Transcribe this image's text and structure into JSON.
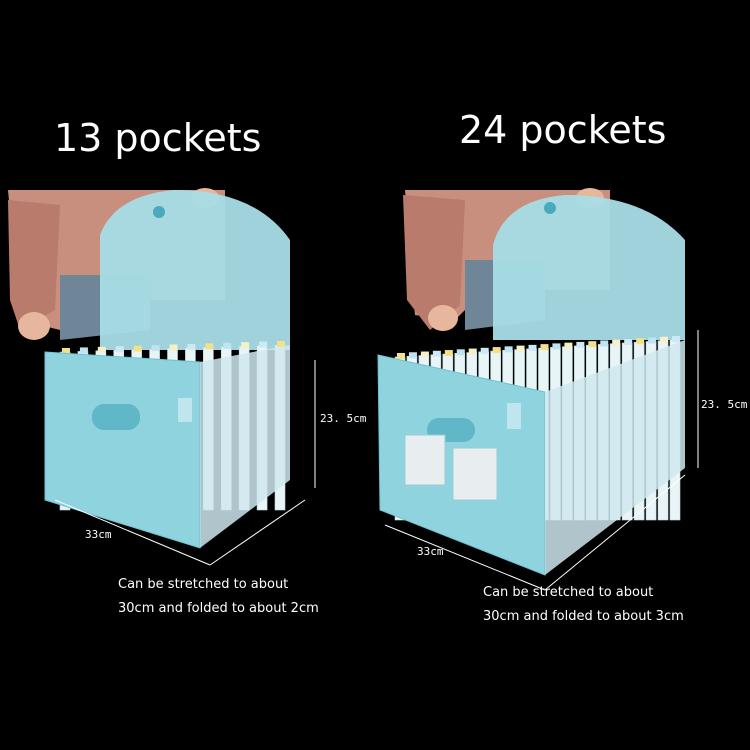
{
  "colors": {
    "background": "#000000",
    "folder_body": "#8fd3df",
    "folder_flap": "#a8dde6",
    "sweater": "#c98f7e",
    "text": "#ffffff"
  },
  "panels": [
    {
      "title": "13 pockets",
      "height_label": "23. 5cm",
      "width_label": "33cm",
      "caption_line1": "Can be stretched to about",
      "caption_line2": "30cm and folded to about 2cm",
      "pocket_count": 13
    },
    {
      "title": "24 pockets",
      "height_label": "23. 5cm",
      "width_label": "33cm",
      "caption_line1": "Can be stretched to about",
      "caption_line2": "30cm and folded to about 3cm",
      "pocket_count": 24
    }
  ]
}
